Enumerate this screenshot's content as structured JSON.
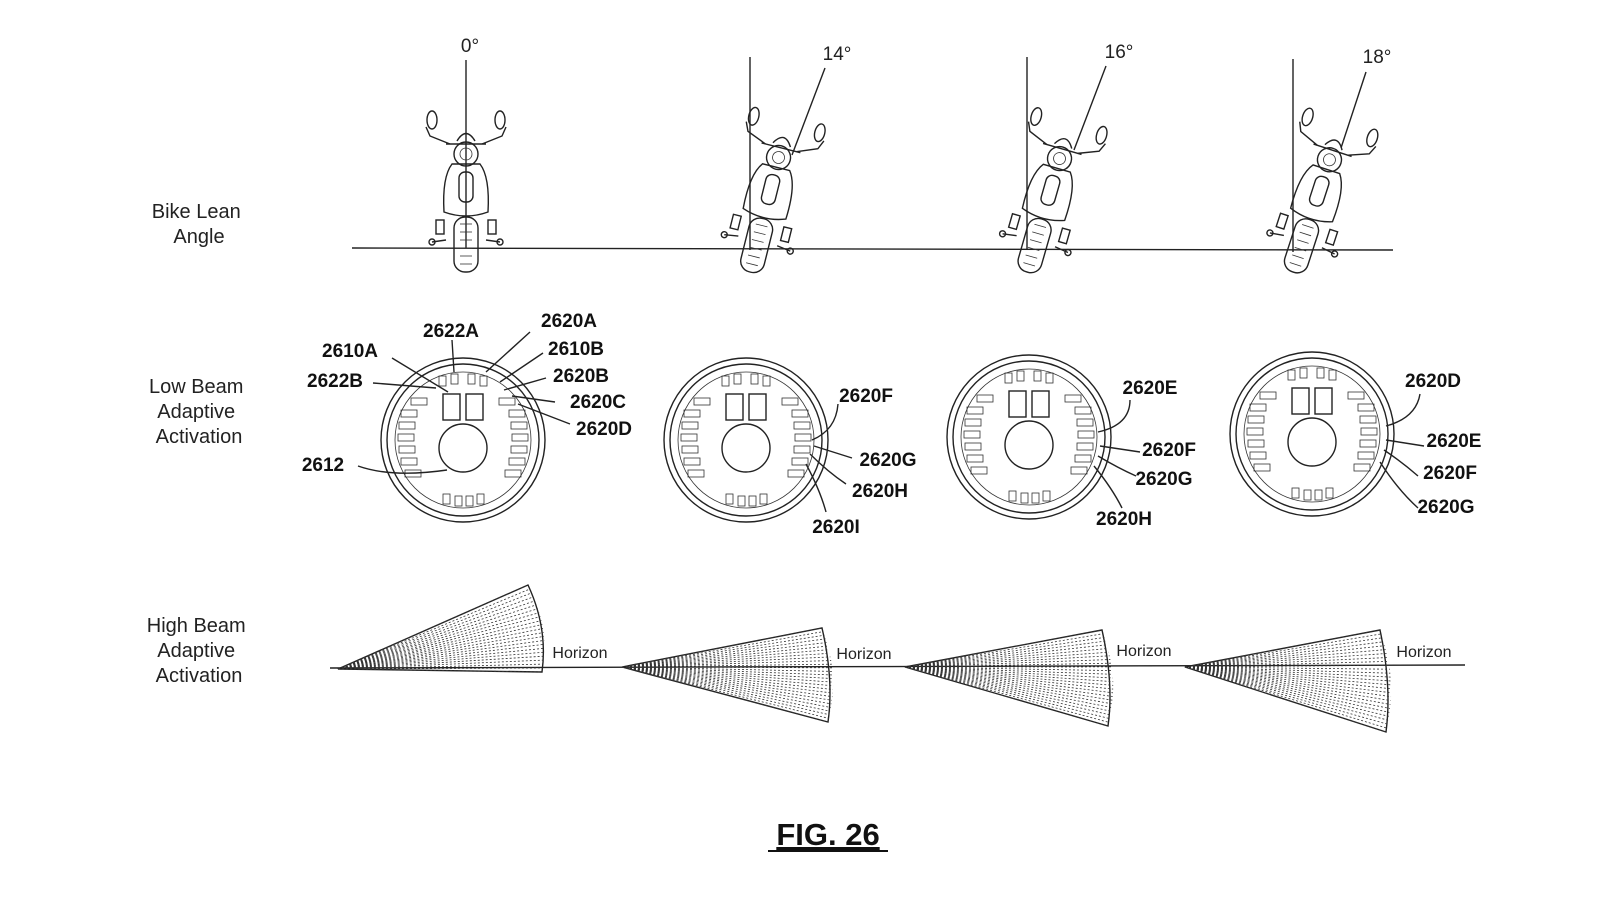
{
  "row_labels": {
    "lean": [
      "Bike Lean",
      "Angle"
    ],
    "low_beam": [
      "Low Beam",
      "Adaptive",
      "Activation"
    ],
    "high_beam": [
      "High Beam",
      "Adaptive",
      "Activation"
    ]
  },
  "lean_angles": [
    "0°",
    "14°",
    "16°",
    "18°"
  ],
  "lean_angle_values": [
    0,
    14,
    16,
    18
  ],
  "headlamp_callouts": {
    "h1": [
      "2610A",
      "2622A",
      "2620A",
      "2610B",
      "2622B",
      "2620B",
      "2620C",
      "2620D",
      "2612"
    ],
    "h2": [
      "2620F",
      "2620G",
      "2620H",
      "2620I"
    ],
    "h3": [
      "2620E",
      "2620F",
      "2620G",
      "2620H"
    ],
    "h4": [
      "2620D",
      "2620E",
      "2620F",
      "2620G"
    ]
  },
  "horizon_label": "Horizon",
  "figure_title": "FIG. 26"
}
